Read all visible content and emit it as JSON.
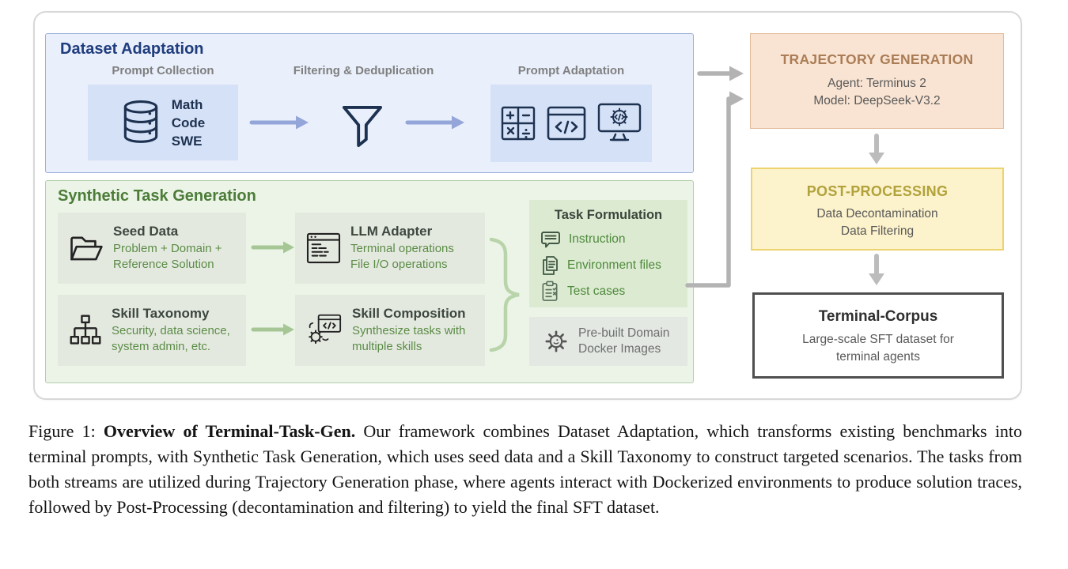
{
  "colors": {
    "dataset_fill": "#E9EFFB",
    "dataset_border": "#9DAFDD",
    "dataset_title": "#1F3C7D",
    "dataset_inner_fill": "#D5E1F6",
    "blue_arrow": "#93A5D9",
    "navy_icon": "#1D3150",
    "column_label_gray": "#7F7F7F",
    "synthetic_fill": "#EBF4E7",
    "synthetic_border": "#B3CFA9",
    "synthetic_title": "#4C7C38",
    "card_fill": "#E4E9E0",
    "card_title": "#3C473E",
    "card_body_green": "#5B8C46",
    "green_arrow": "#A6C795",
    "brace_green": "#B9D4AA",
    "task_formulation_fill": "#DCEAD2",
    "task_item_green": "#4E8A3A",
    "docker_fill": "#E3E8E2",
    "docker_text": "#6E6E6E",
    "trajectory_fill": "#F9E4D3",
    "trajectory_border": "#E3BC9A",
    "trajectory_title": "#AB7D56",
    "post_fill": "#FCF2CB",
    "post_border": "#EDD36E",
    "post_title": "#B1A23B",
    "corpus_border": "#4F4F4F",
    "corpus_title": "#2F2F2F",
    "body_gray": "#595959",
    "gray_arrow": "#B3B3B3"
  },
  "dataset": {
    "title": "Dataset Adaptation",
    "prompt_collection_label": "Prompt Collection",
    "filtering_label": "Filtering & Deduplication",
    "prompt_adaptation_label": "Prompt Adaptation",
    "db_items": [
      "Math",
      "Code",
      "SWE"
    ]
  },
  "synthetic": {
    "title": "Synthetic Task Generation",
    "seed": {
      "title": "Seed Data",
      "line1": "Problem + Domain +",
      "line2": "Reference Solution"
    },
    "taxonomy": {
      "title": "Skill Taxonomy",
      "line1": "Security, data science,",
      "line2": "system admin, etc."
    },
    "adapter": {
      "title": "LLM Adapter",
      "line1": "Terminal operations",
      "line2": "File I/O operations"
    },
    "composition": {
      "title": "Skill Composition",
      "line1": "Synthesize tasks with",
      "line2": "multiple skills"
    },
    "task_formulation": {
      "title": "Task Formulation",
      "items": [
        "Instruction",
        "Environment files",
        "Test cases"
      ]
    },
    "docker": {
      "line1": "Pre-built Domain",
      "line2": "Docker Images"
    }
  },
  "pipeline": {
    "trajectory": {
      "title": "TRAJECTORY GENERATION",
      "line1": "Agent: Terminus 2",
      "line2": "Model: DeepSeek-V3.2"
    },
    "post": {
      "title": "POST-PROCESSING",
      "line1": "Data Decontamination",
      "line2": "Data Filtering"
    },
    "corpus": {
      "title": "Terminal-Corpus",
      "line1": "Large-scale SFT dataset for",
      "line2": "terminal agents"
    }
  },
  "caption": {
    "prefix": "Figure 1: ",
    "bold": "Overview of Terminal-Task-Gen.",
    "text": " Our framework combines Dataset Adaptation, which transforms existing benchmarks into terminal prompts, with Synthetic Task Generation, which uses seed data and a Skill Taxonomy to construct targeted scenarios. The tasks from both streams are utilized during Trajectory Generation phase, where agents interact with Dockerized environments to produce solution traces, followed by Post-Processing (decontamination and filtering) to yield the final SFT dataset."
  }
}
